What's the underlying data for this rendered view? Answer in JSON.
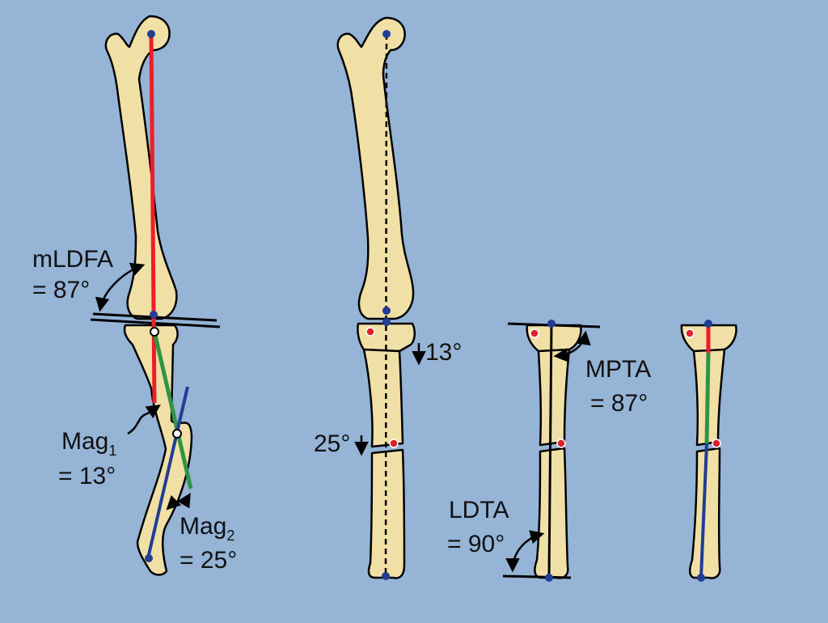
{
  "colors": {
    "background": "#95b4d6",
    "bone_fill": "#f1e0a6",
    "bone_stroke": "#000000",
    "mechanical_axis_red": "#ef1d2a",
    "axis_green": "#2e9446",
    "axis_blue": "#213d94",
    "joint_dot_blue": "#213d94",
    "osteotomy_dot_red": "#e0202b"
  },
  "labels": {
    "mldfa_name": "mLDFA",
    "mldfa_value": "= 87°",
    "mag1_name": "Mag",
    "mag1_sub": "1",
    "mag1_value": "= 13°",
    "mag2_name": "Mag",
    "mag2_sub": "2",
    "mag2_value": "= 25°",
    "correction_1": "13°",
    "correction_2": "25°",
    "mpta_name": "MPTA",
    "mpta_value": "= 87°",
    "ldta_name": "LDTA",
    "ldta_value": "= 90°"
  }
}
